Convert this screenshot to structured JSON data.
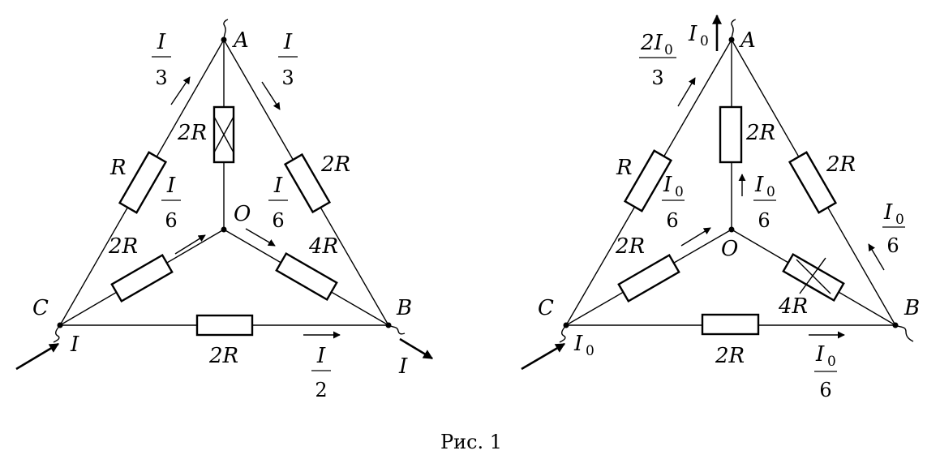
{
  "caption": "Рис. 1",
  "left": {
    "nodes": {
      "A": "A",
      "B": "B",
      "C": "C",
      "O": "O"
    },
    "resistors": {
      "CA": "R",
      "AO": "2R",
      "AB": "2R",
      "CO": "2R",
      "OB": "4R",
      "CB": "2R"
    },
    "currents": {
      "in": "I",
      "out": "I",
      "CA": {
        "num": "I",
        "den": "3"
      },
      "AB": {
        "num": "I",
        "den": "3"
      },
      "CO": {
        "num": "I",
        "den": "6"
      },
      "OB": {
        "num": "I",
        "den": "6"
      },
      "CB": {
        "num": "I",
        "den": "2"
      }
    }
  },
  "right": {
    "nodes": {
      "A": "A",
      "B": "B",
      "C": "C",
      "O": "O"
    },
    "resistors": {
      "CA": "R",
      "AO": "2R",
      "AB": "2R",
      "CO": "2R",
      "OB": "4R",
      "CB": "2R"
    },
    "currents": {
      "in": {
        "sym": "I",
        "sub": "0"
      },
      "out": {
        "sym": "I",
        "sub": "0"
      },
      "CA": {
        "num": "2I",
        "num_sub": "0",
        "den": "3"
      },
      "CO": {
        "num": "I",
        "num_sub": "0",
        "den": "6"
      },
      "BA": {
        "num": "I",
        "num_sub": "0",
        "den": "6"
      },
      "CB": {
        "num": "I",
        "num_sub": "0",
        "den": "6"
      }
    }
  }
}
